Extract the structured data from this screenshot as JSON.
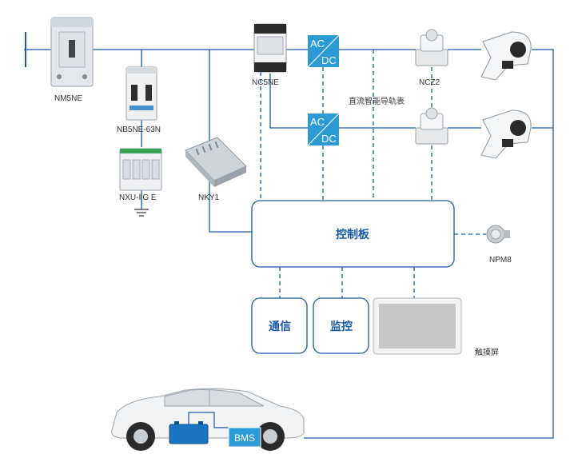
{
  "labels": {
    "nm5ne": "NM5NE",
    "nb5ne": "NB5NE-63N",
    "nxu": "NXU-ⅡG E",
    "nky1": "NKY1",
    "nc5ne": "NC5NE",
    "ncz2": "NCZ2",
    "rail_meter": "直流智能导轨表",
    "npm8": "NPM8",
    "touch_screen": "触摸屏"
  },
  "converter": {
    "ac": "AC",
    "dc": "DC"
  },
  "blocks": {
    "control_board": "控制板",
    "communication": "通信",
    "monitoring": "监控"
  },
  "bms": "BMS",
  "colors": {
    "line": "#1a5aa8",
    "converter_fill": "#2b9ad6",
    "box_border": "#1a5aa8",
    "text_blue": "#1a5aa8"
  }
}
